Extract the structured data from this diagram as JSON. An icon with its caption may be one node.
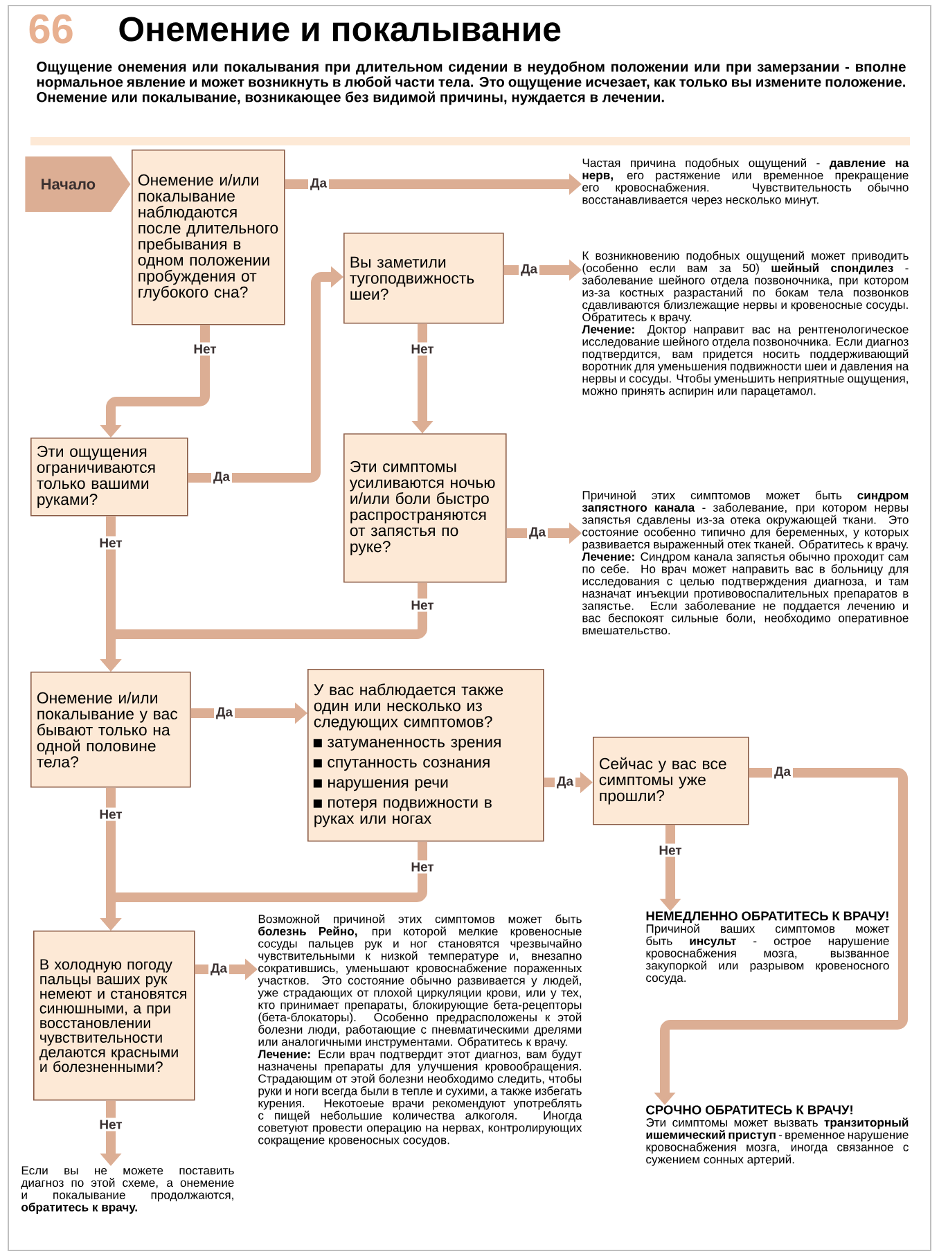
{
  "diagram": {
    "title": "Онемение и покалывание",
    "nodes": [
      {
        "text": [
          "Начало"
        ]
      },
      {
        "text": [
          "Онемение и/или покалывание наблюдаются после длительного пребывания в одном положении пробуждения от глубокого сна?"
        ]
      },
      {
        "text": [
          "Частая причина подобных ощущений - **давление на нерв,** его растяжение или временное прекращение его кровоснабжения. Чувствительность обычно восстанавливается через несколько минут."
        ]
      },
      {
        "text": [
          "Вы заметили тугоподвижность шеи?"
        ]
      },
      {
        "text": [
          "К возникновению подобных ощущений может приводить (особенно если вам за 50) **шейный спондилез** - заболевание шейного отдела позвоночника, при котором из-за костных разрастаний по бокам тела позвонков сдавливаются близлежащие нервы и кровеносные сосуды. Обратитесь к врачу.",
          "**Лечение:** Доктор направит вас на рентгенологическое исследование шейного отдела позвоночника. Если диагноз подтвердится, вам придется носить поддерживающий воротник для уменьшения подвижности шеи и давления на нервы и сосуды. Чтобы уменьшить неприятные ощущения, можно принять аспирин или парацетамол."
        ]
      },
      {
        "text": [
          "Эти ощущения ограничиваются только вашими руками?"
        ]
      },
      {
        "text": [
          "Эти симптомы усиливаются ночью и/или боли быстро распространяются от запястья по руке?"
        ]
      },
      {
        "text": [
          "Причиной этих симптомов может быть **синдром запястного канала** - заболевание, при котором нервы запястья сдавлены из-за отека окружающей ткани. Это состояние особенно типично для беременных, у которых развивается выраженный отек тканей. Обратитесь к врачу.",
          "**Лечение:** Синдром канала запястья обычно проходит сам по себе. Но врач может направить вас в больницу для исследования с целью подтверждения диагноза, и там назначат инъекции противовоспалительных препаратов в запястье. Если заболевание не поддается лечению и вас беспокоят сильные боли, необходимо оперативное вмешательство."
        ]
      },
      {
        "text": [
          "Онемение и/или покалывание у вас бывают только на одной половине тела?"
        ]
      },
      {
        "text": [
          "У вас наблюдается также один или несколько из следующих симптомов?",
          "затуманенность зрения",
          "спутанность сознания",
          "нарушения речи",
          "потеря подвижности в руках или ногах"
        ]
      },
      {
        "text": [
          "Сейчас у вас все симптомы уже прошли?"
        ]
      },
      {
        "text": [
          "НЕМЕДЛЕННО ОБРАТИТЕСЬ К ВРАЧУ!",
          "Причиной ваших симптомов может быть **инсульт** - острое нарушение кровоснабжения мозга, вызванное закупоркой или разрывом кровеносного сосуда."
        ]
      },
      {
        "text": [
          "СРОЧНО ОБРАТИТЕСЬ К ВРАЧУ!",
          "Эти симптомы может вызвать **транзиторный ишемический приступ** - временное нарушение кровоснабжения мозга, иногда связанное с сужением сонных артерий."
        ]
      },
      {
        "text": [
          "В холодную погоду пальцы ваших рук немеют и становятся синюшными, а при восстановлении чувствительности делаются красными и болезненными?"
        ]
      },
      {
        "text": [
          "Возможной причиной этих симптомов может быть **болезнь Рейно,** при которой мелкие кровеносные сосуды пальцев рук и ног становятся чрезвычайно чувствительными к низкой температуре и, внезапно сократившись, уменьшают кровоснабжение пораженных участков. Это состояние обычно развивается у людей, уже страдающих от плохой циркуляции крови, или у тех, кто принимает препараты, блокирующие бета-рецепторы (бета-блокаторы). Особенно предрасположены к этой болезни люди, работающие с пневматическими дрелями или аналогичными инструментами. Обратитесь к врачу.",
          "**Лечение:** Если врач подтвердит этот диагноз, вам будут назначены препараты для улучшения кровообращения. Страдающим от этой болезни необходимо следить, чтобы руки и ноги всегда были в тепле и сухими, а также избегать курения. Некотоеые врачи рекомендуют употреблять с пищей небольшие количества алкоголя. Иногда советуют провести операцию на нервах, контролирующих сокращение кровеносных сосудов."
        ]
      },
      {
        "text": [
          "Если вы не можете поставить диагноз по этой схеме, а онемение и покалывание продолжаются, **обратитесь к врачу.**"
        ]
      }
    ],
    "edges": [
      {
        "from": 1,
        "to": 2,
        "arrow": "to",
        "label": "Да"
      },
      {
        "from": 1,
        "to": 5,
        "arrow": "to",
        "label": "Нет"
      },
      {
        "from": 5,
        "to": 3,
        "arrow": "to",
        "label": "Да"
      },
      {
        "from": 5,
        "to": 8,
        "arrow": "to",
        "label": "Нет"
      },
      {
        "from": 3,
        "to": 4,
        "arrow": "to",
        "label": "Да"
      },
      {
        "from": 3,
        "to": 6,
        "arrow": "to",
        "label": "Нет"
      },
      {
        "from": 6,
        "to": 7,
        "arrow": "to",
        "label": "Да"
      },
      {
        "from": 6,
        "to": 8,
        "arrow": "to",
        "label": "Нет"
      },
      {
        "from": 8,
        "to": 9,
        "arrow": "to",
        "label": "Да"
      },
      {
        "from": 8,
        "to": 13,
        "arrow": "to",
        "label": "Нет"
      },
      {
        "from": 9,
        "to": 10,
        "arrow": "to",
        "label": "Да"
      },
      {
        "from": 9,
        "to": 13,
        "arrow": "to",
        "label": "Нет"
      },
      {
        "from": 10,
        "to": 12,
        "arrow": "to",
        "label": "Да"
      },
      {
        "from": 10,
        "to": 11,
        "arrow": "to",
        "label": "Нет"
      },
      {
        "from": 13,
        "to": 14,
        "arrow": "to",
        "label": "Да"
      },
      {
        "from": 13,
        "to": 15,
        "arrow": "to",
        "label": "Нет"
      }
    ],
    "labels": [
      "66",
      "Ощущение онемения или покалывания при длительном сидении в неудобном положении или при замерзании - вполне нормальное явление и может возникнуть в любой части тела. Это ощущение исчезает, как только вы измените положение. Онемение или покалывание, возникающее без видимой причины, нуждается в лечении."
    ]
  }
}
